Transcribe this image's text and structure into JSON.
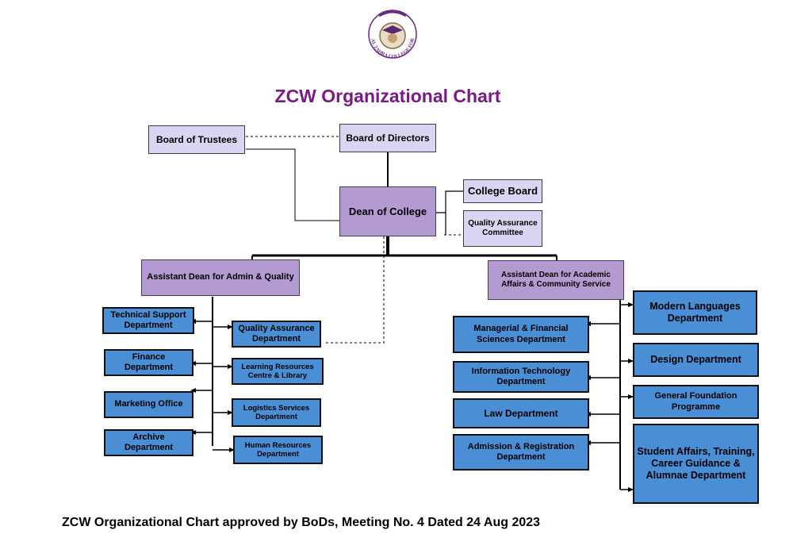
{
  "header": {
    "logo_text": "AL ZAHRA COLLEGE FOR WOMEN",
    "title": "ZCW Organizational Chart"
  },
  "colors": {
    "title": "#7a1a86",
    "leadership_box": "#b39ad0",
    "board_box": "#dcd4f3",
    "department_box": "#4a8fd5"
  },
  "nodes": {
    "board_of_trustees": "Board of Trustees",
    "board_of_directors": "Board of Directors",
    "dean": "Dean of College",
    "college_board": "College Board",
    "qa_committee": "Quality Assurance Committee",
    "ad_admin_quality": "Assistant Dean for Admin & Quality",
    "ad_academic": "Assistant Dean for Academic Affairs & Community Service"
  },
  "admin_left": [
    "Technical Support Department",
    "Finance Department",
    "Marketing Office",
    "Archive Department"
  ],
  "admin_right": [
    "Quality Assurance Department",
    "Learning Resources Centre & Library",
    "Logistics Services Department",
    "Human Resources Department"
  ],
  "academic_left": [
    "Managerial & Financial Sciences Department",
    "Information Technology Department",
    "Law Department",
    "Admission & Registration Department"
  ],
  "academic_right": [
    "Modern Languages Department",
    "Design Department",
    "General Foundation Programme",
    "Student Affairs, Training, Career Guidance & Alumnae Department"
  ],
  "footer": "ZCW Organizational Chart approved by BoDs, Meeting No. 4 Dated 24 Aug 2023"
}
